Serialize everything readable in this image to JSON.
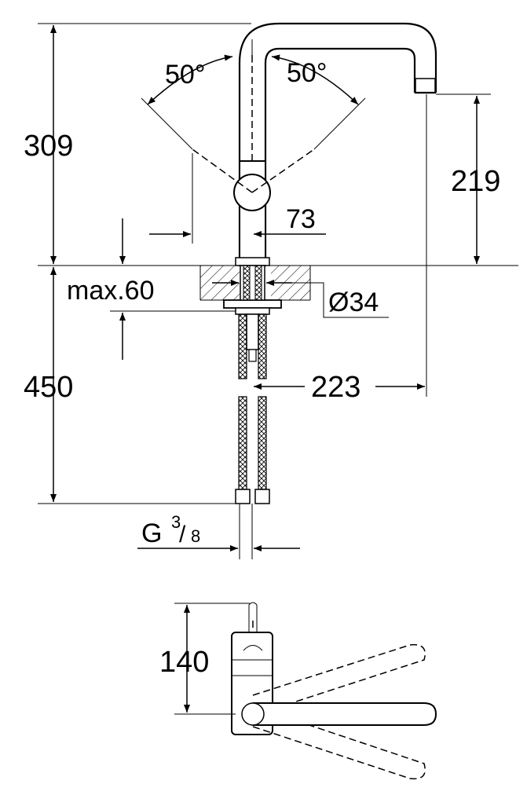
{
  "dimensions": {
    "height_above_counter": "309",
    "spout_height": "219",
    "angle_left": "50°",
    "angle_right": "50°",
    "handle_offset": "73",
    "max_counter_thickness": "max.60",
    "hole_diameter": "Ø34",
    "below_counter": "450",
    "spout_reach": "223",
    "connection_thread_prefix": "G",
    "connection_thread_num": "3",
    "connection_thread_den": "8",
    "top_view_depth": "140"
  }
}
